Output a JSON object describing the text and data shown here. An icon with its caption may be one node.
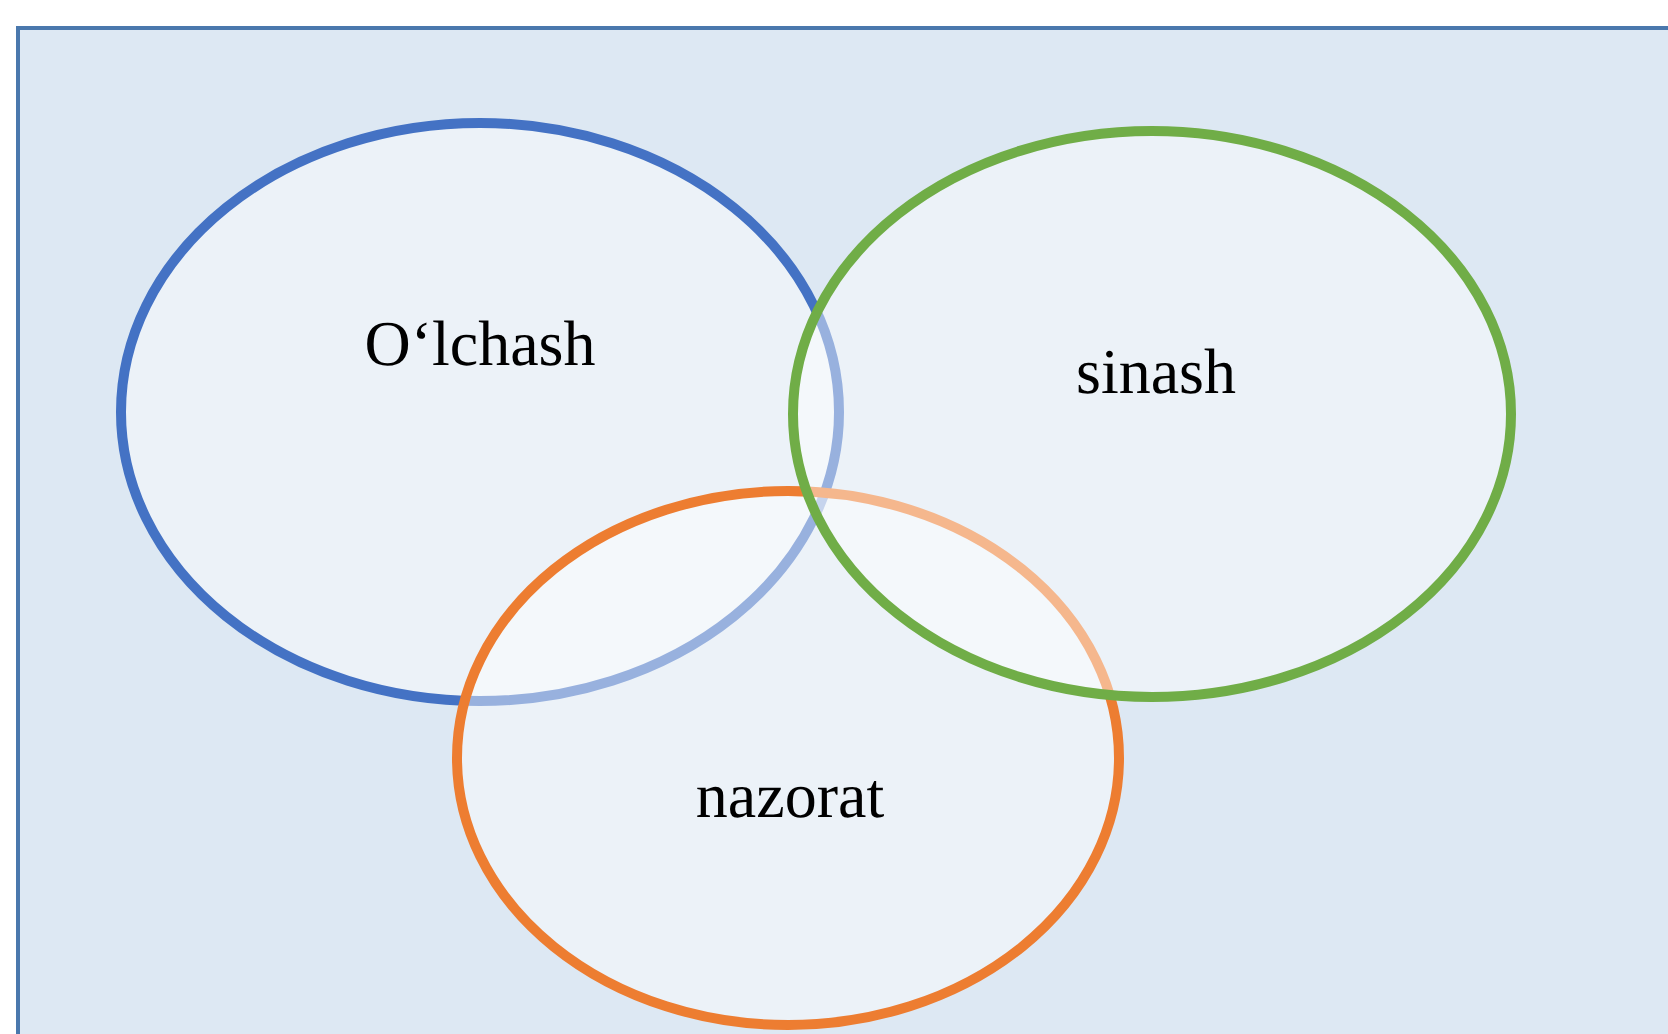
{
  "diagram": {
    "nodes": [
      {
        "text": [
          "O‘lchash"
        ]
      },
      {
        "text": [
          "sinash"
        ]
      },
      {
        "text": [
          "nazorat"
        ]
      }
    ]
  }
}
